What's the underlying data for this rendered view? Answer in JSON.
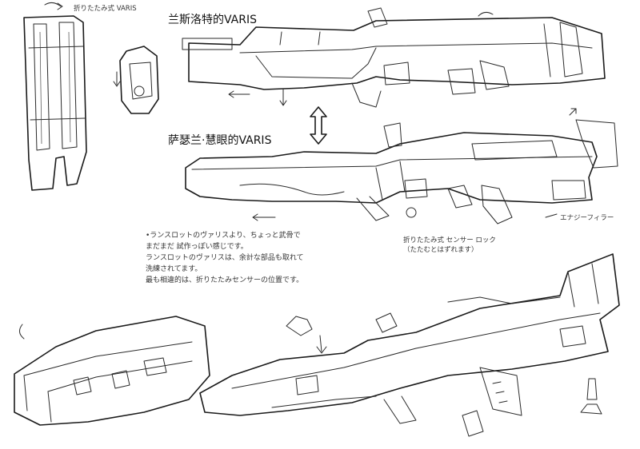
{
  "titles": {
    "top": "兰斯洛特的VARIS",
    "middle": "萨瑟兰·慧眼的VARIS"
  },
  "notes": {
    "memo_lines": [
      "•ランスロットのヴァリスより、ちょっと武骨で",
      "まだまだ 試作っぽい感じです。",
      "ランスロットのヴァリスは、余計な部品も取れて",
      "洗練されてます。",
      "最も相違的は、折りたたみセンサーの位置です。"
    ],
    "hinge": [
      "折りたたみ式 センサー ロック",
      "（たたむとはずれます）"
    ],
    "energy_filler": "エナジーフィラー",
    "corner_note": "折りたたみ式 VARIS"
  }
}
